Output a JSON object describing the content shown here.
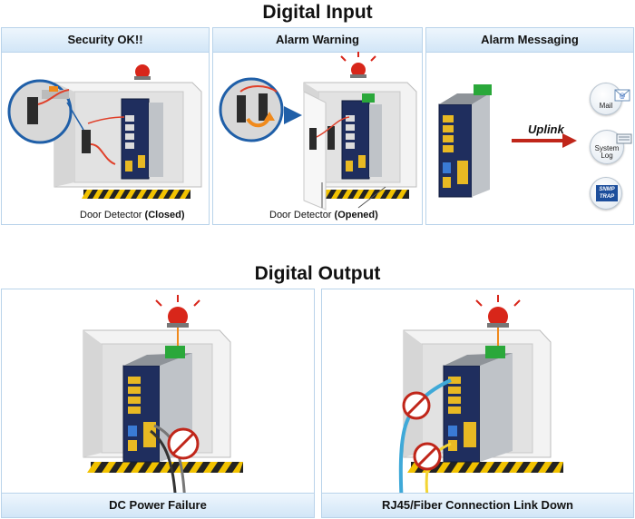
{
  "digital_input": {
    "title": "Digital Input",
    "panels": [
      {
        "title": "Security OK!!",
        "caption_prefix": "Door Detector ",
        "caption_bold": "(Closed)"
      },
      {
        "title": "Alarm Warning",
        "caption_prefix": "Door Detector ",
        "caption_bold": "(Opened)"
      },
      {
        "title": "Alarm Messaging",
        "uplink": "Uplink",
        "badges": [
          {
            "icon": "mail-icon",
            "label": "Mail"
          },
          {
            "icon": "system-log-icon",
            "label_line1": "System",
            "label_line2": "Log"
          },
          {
            "icon": "snmp-trap-icon",
            "label_line1": "SNMP",
            "label_line2": "TRAP"
          }
        ]
      }
    ]
  },
  "digital_output": {
    "title": "Digital Output",
    "panels": [
      {
        "title": "DC Power Failure"
      },
      {
        "title": "RJ45/Fiber Connection Link Down"
      }
    ]
  },
  "colors": {
    "panel_border": "#b9d3ea",
    "header_gradient_top": "#eef6fd",
    "header_gradient_bottom": "#d2e6f7",
    "switch_navy": "#1f2e5e",
    "alarm_red": "#d8261a",
    "terminal_green": "#2aa83a",
    "port_yellow": "#e8b923",
    "cable_blue": "#3fa9d8",
    "cable_yellow": "#f3d534"
  }
}
